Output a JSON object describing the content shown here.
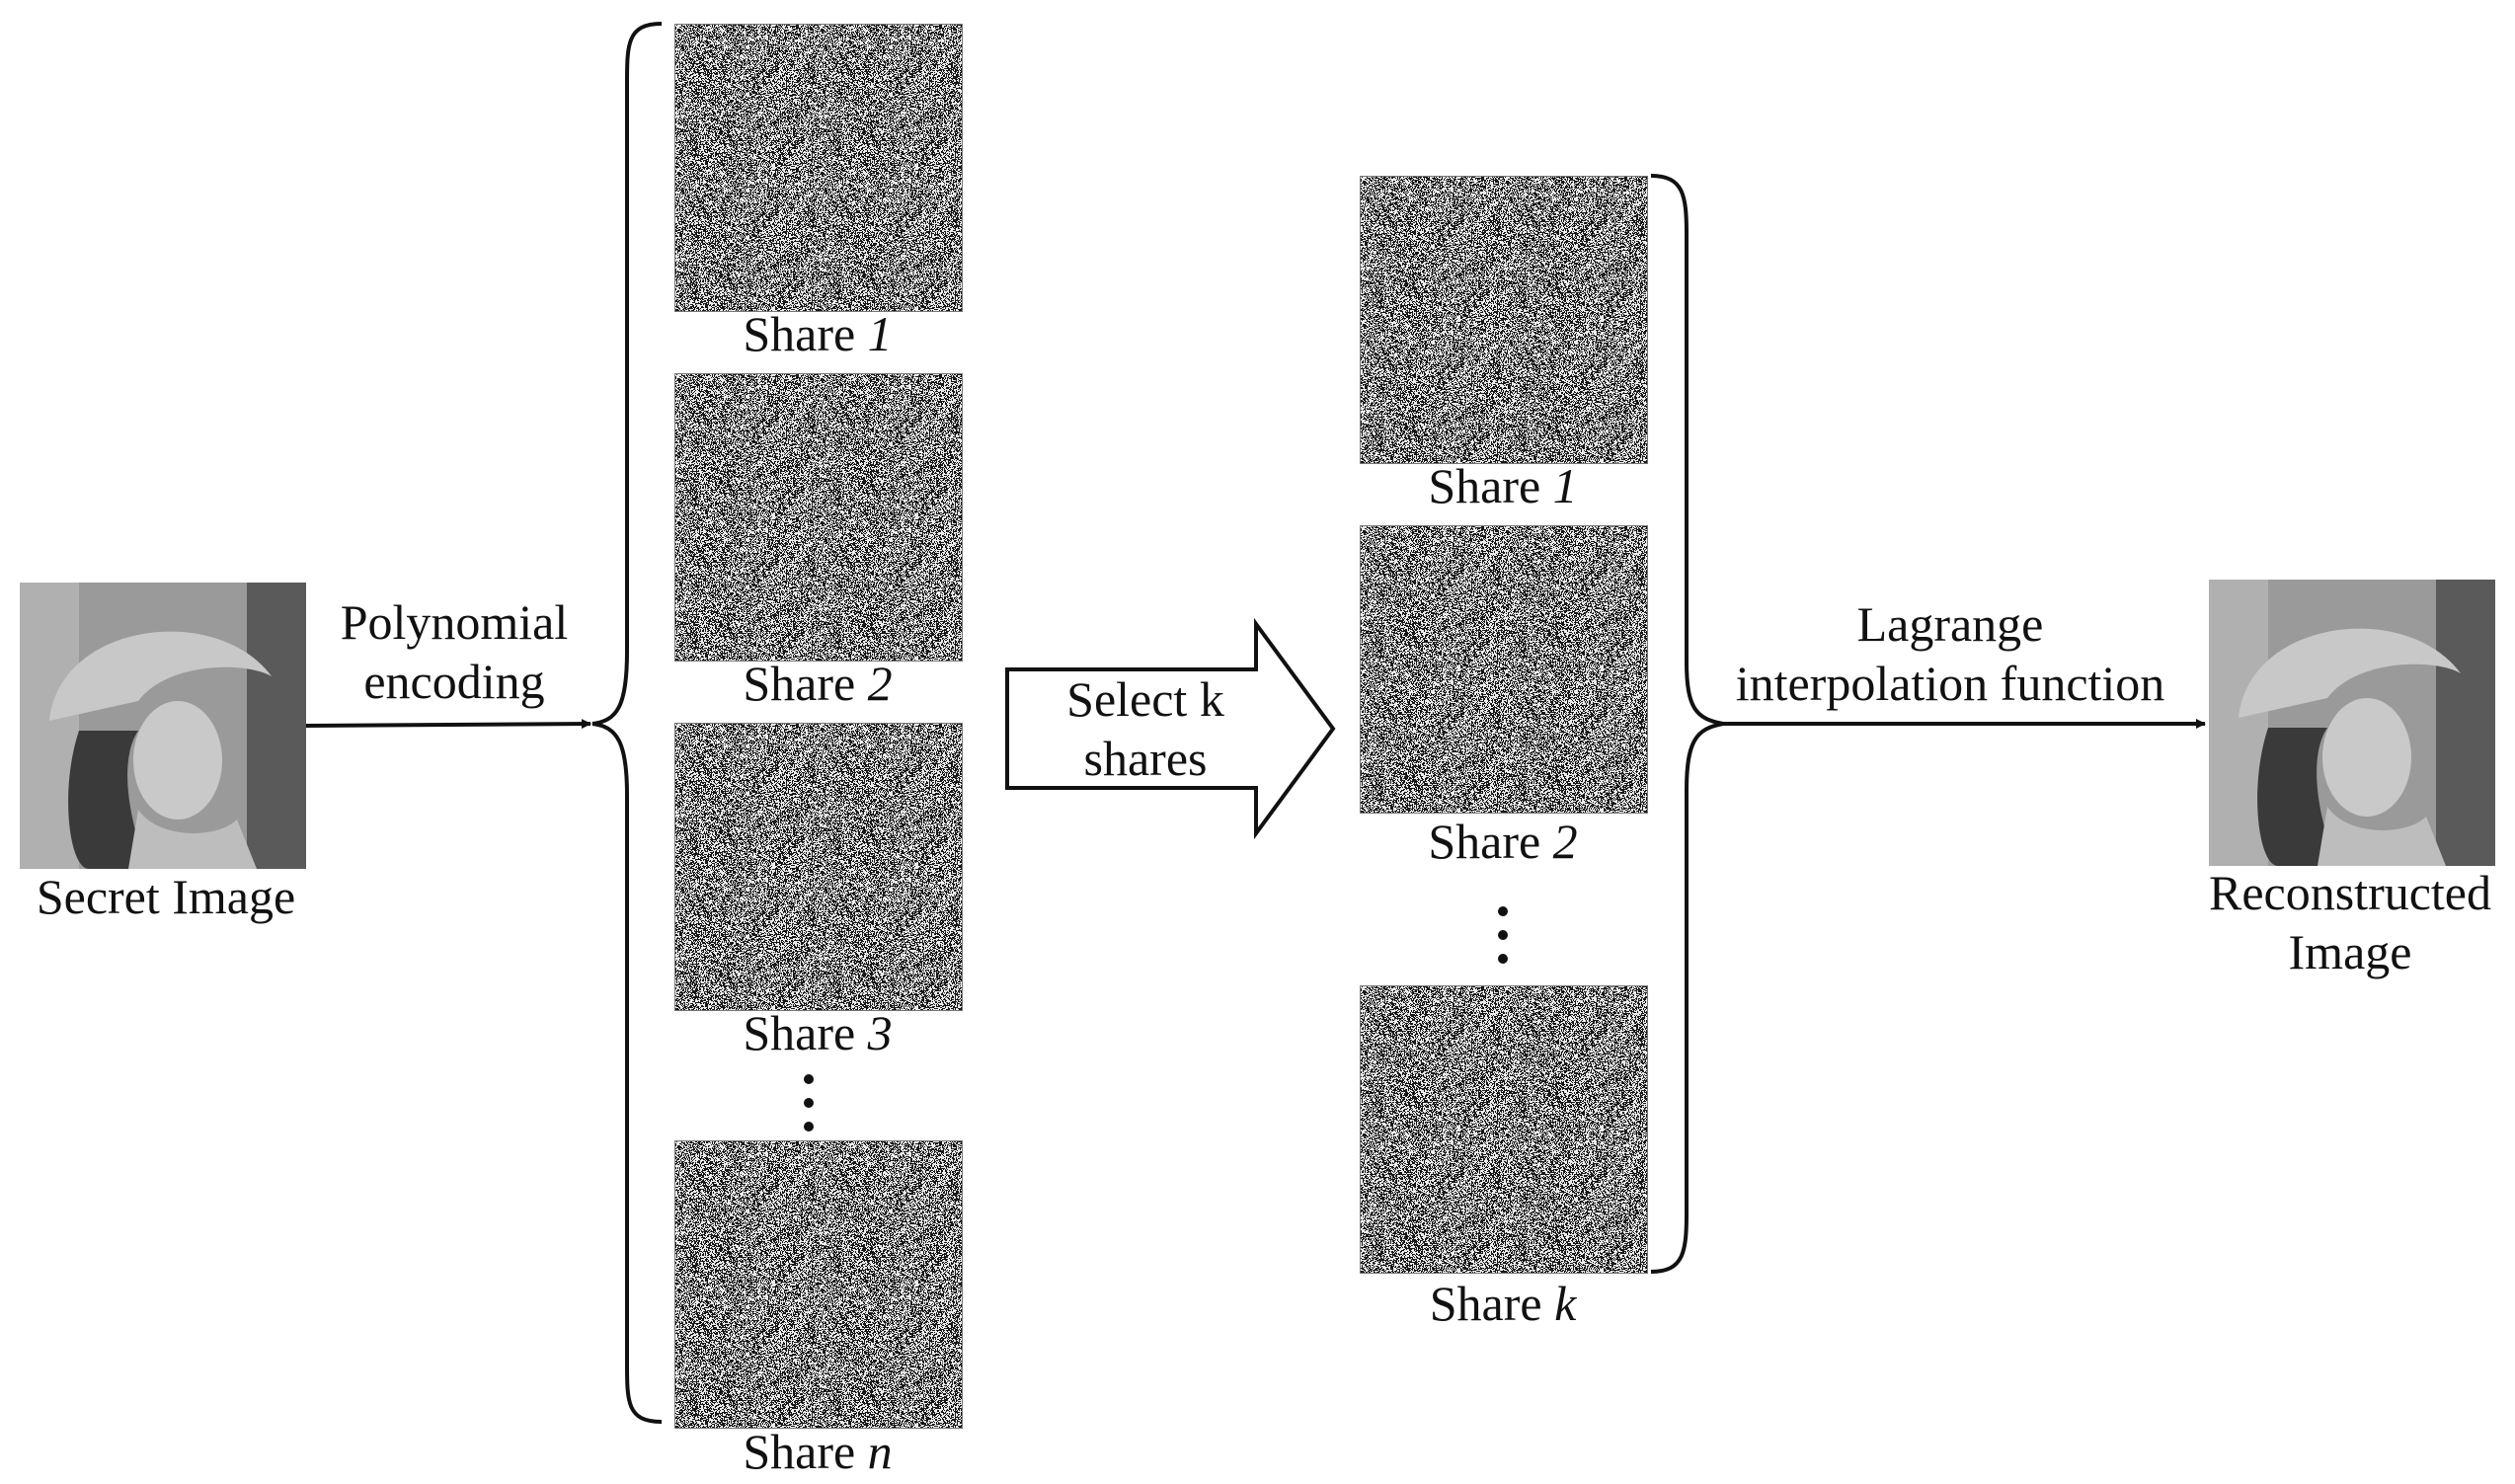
{
  "secret_image": {
    "label": "Secret Image"
  },
  "encoding_step": {
    "line1": "Polynomial",
    "line2": "encoding"
  },
  "all_shares": [
    {
      "prefix": "Share",
      "index": "1"
    },
    {
      "prefix": "Share",
      "index": "2"
    },
    {
      "prefix": "Share",
      "index": "3"
    },
    {
      "prefix": "Share",
      "index": "n"
    }
  ],
  "select_step": {
    "line1": "Select k",
    "line2": "shares"
  },
  "selected_shares": [
    {
      "prefix": "Share",
      "index": "1"
    },
    {
      "prefix": "Share",
      "index": "2"
    },
    {
      "prefix": "Share",
      "index": "k"
    }
  ],
  "reconstruction_step": {
    "line1": "Lagrange",
    "line2": "interpolation function"
  },
  "reconstructed_image": {
    "line1": "Reconstructed",
    "line2": "Image"
  },
  "colors": {
    "ink": "#111111",
    "noise_dark": "#1a1a1a",
    "noise_light": "#f2f2f2"
  },
  "icons": {
    "share": "noise-share-image",
    "secret": "portrait-photo"
  }
}
